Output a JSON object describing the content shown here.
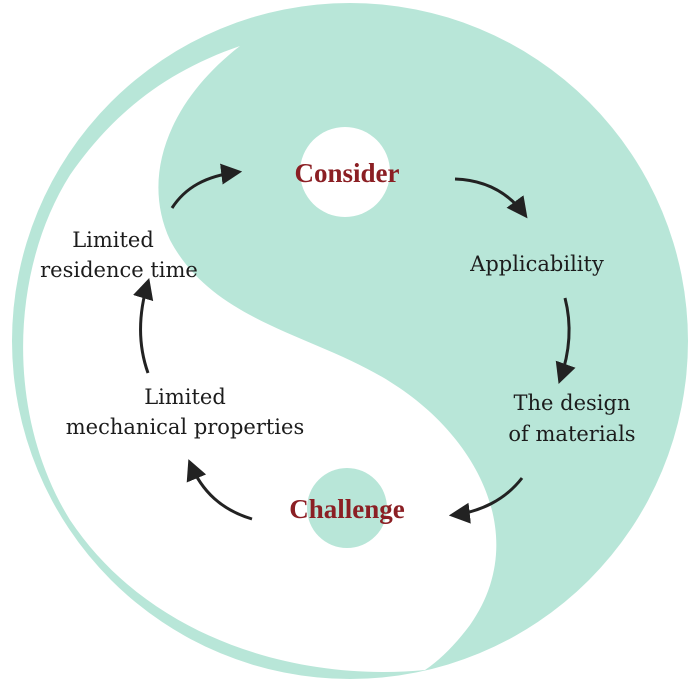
{
  "diagram": {
    "top_label": "Consider",
    "bottom_label": "Challenge",
    "right_items": [
      "Applicability",
      "The design",
      "of materials"
    ],
    "left_items": [
      "Limited",
      "residence time",
      "Limited",
      "mechanical properties"
    ],
    "colors": {
      "mint": "#b8e6d8",
      "accent_text": "#8b1f24",
      "arrow": "#222222",
      "white": "#ffffff"
    }
  }
}
